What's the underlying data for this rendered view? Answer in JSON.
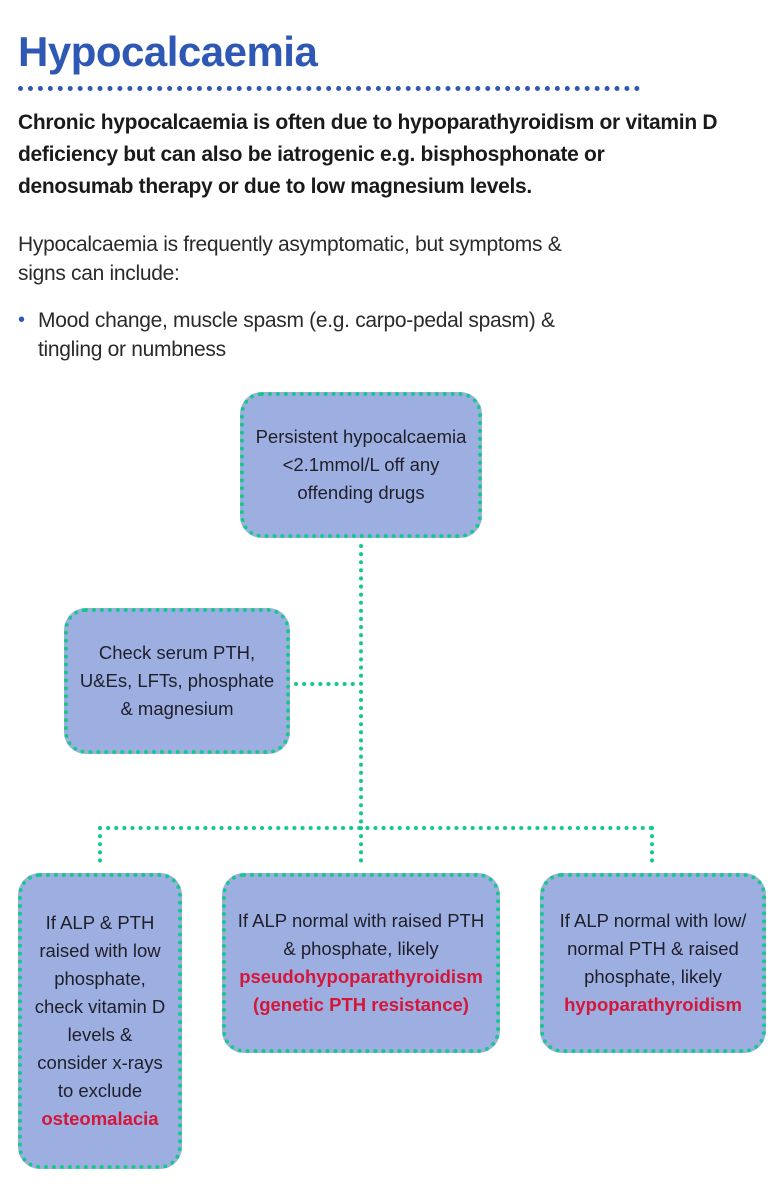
{
  "header": {
    "title": "Hypocalcaemia",
    "intro": "Chronic hypocalcaemia is often due to hypoparathyroidism or vitamin D deficiency but can also be iatrogenic e.g. bisphosphonate or denosumab therapy or due to low magnesium levels.",
    "symptoms_intro": "Hypocalcaemia is frequently asymptomatic, but symptoms & signs can include:",
    "bullets": [
      "Mood change, muscle spasm (e.g. carpo-pedal spasm) & tingling or numbness"
    ]
  },
  "flowchart": {
    "start": "Persistent hypocalcaemia <2.1mmol/L off any offending drugs",
    "check": "Check serum PTH, U&Es, LFTs, phosphate & magnesium",
    "left": {
      "text": "If ALP & PTH raised with low phosphate, check vitamin D levels & consider x-rays to exclude",
      "highlight": "osteomalacia"
    },
    "middle": {
      "text": "If ALP normal with raised PTH & phosphate, likely",
      "highlight": "pseudohypoparathyroidism (genetic PTH resistance)"
    },
    "right": {
      "text": "If ALP normal with low/ normal PTH & raised phosphate, likely",
      "highlight": "hypoparathyroidism"
    }
  },
  "colors": {
    "title": "#2f58b4",
    "box_fill": "#9daee0",
    "box_border": "#16c98a",
    "highlight": "#d4163a"
  }
}
